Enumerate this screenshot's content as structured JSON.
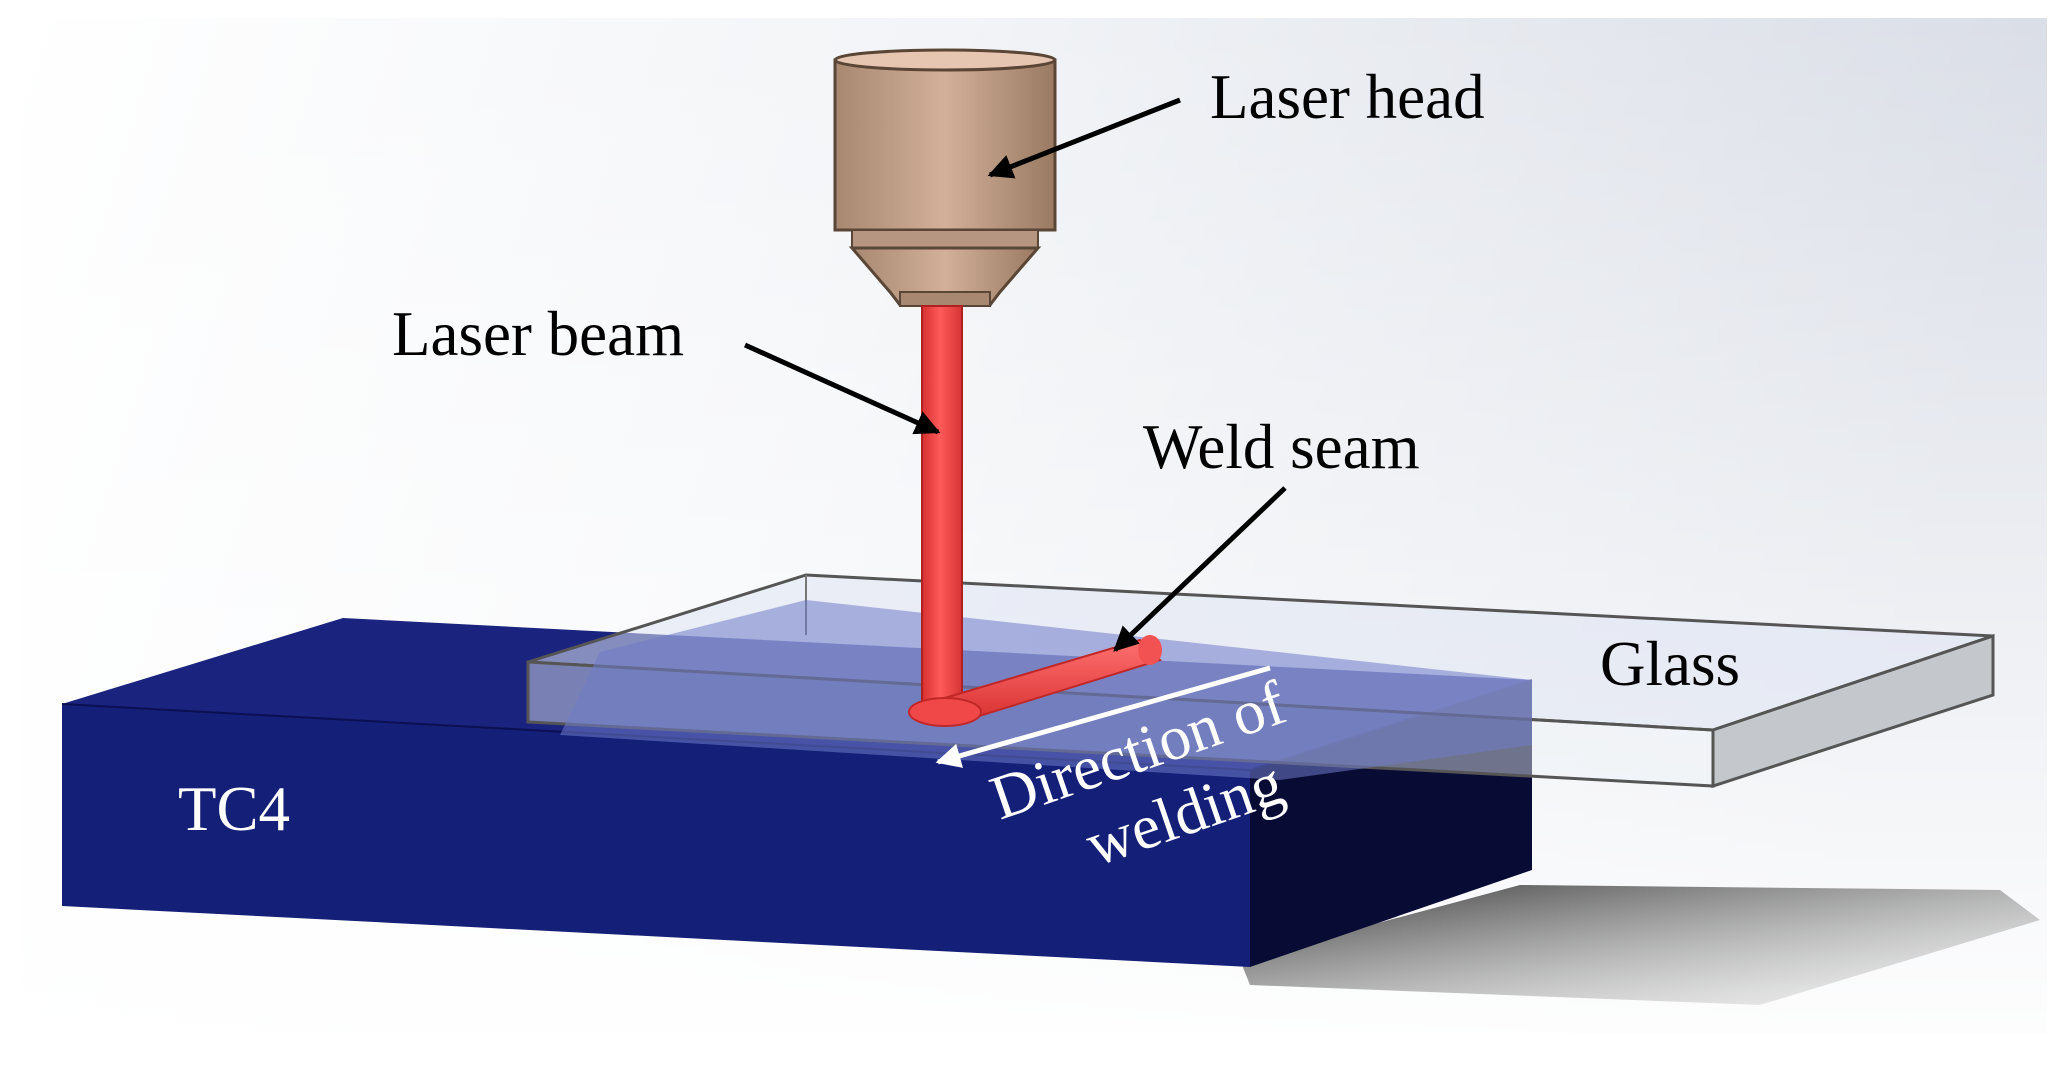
{
  "diagram": {
    "labels": {
      "laser_head": "Laser head",
      "laser_beam": "Laser beam",
      "weld_seam": "Weld seam",
      "glass": "Glass",
      "tc4": "TC4",
      "direction_line1": "Direction of",
      "direction_line2": "welding"
    },
    "colors": {
      "laser_head": "#c8a48c",
      "laser_beam": "#f04545",
      "tc4_block": "#14207a",
      "glass": "#e8ecf2",
      "arrow": "#000000",
      "direction_arrow": "#ffffff"
    }
  }
}
